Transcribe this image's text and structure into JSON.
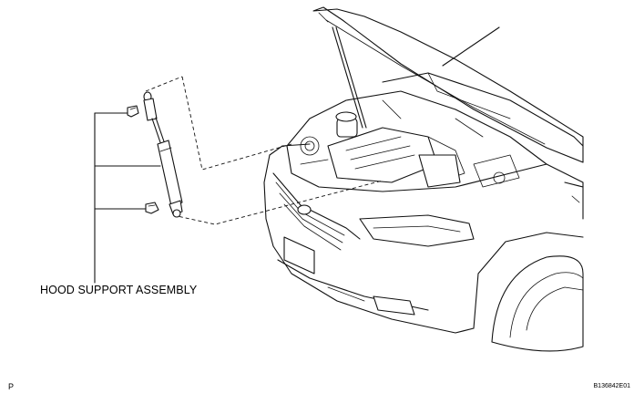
{
  "diagram": {
    "callout_label": "HOOD SUPPORT ASSEMBLY",
    "corner_left": "P",
    "figure_code": "B136842E01"
  },
  "parts": {
    "main_subject": "vehicle-front-hood-open-icon",
    "component": "gas-strut-icon",
    "connector_count": 2
  }
}
